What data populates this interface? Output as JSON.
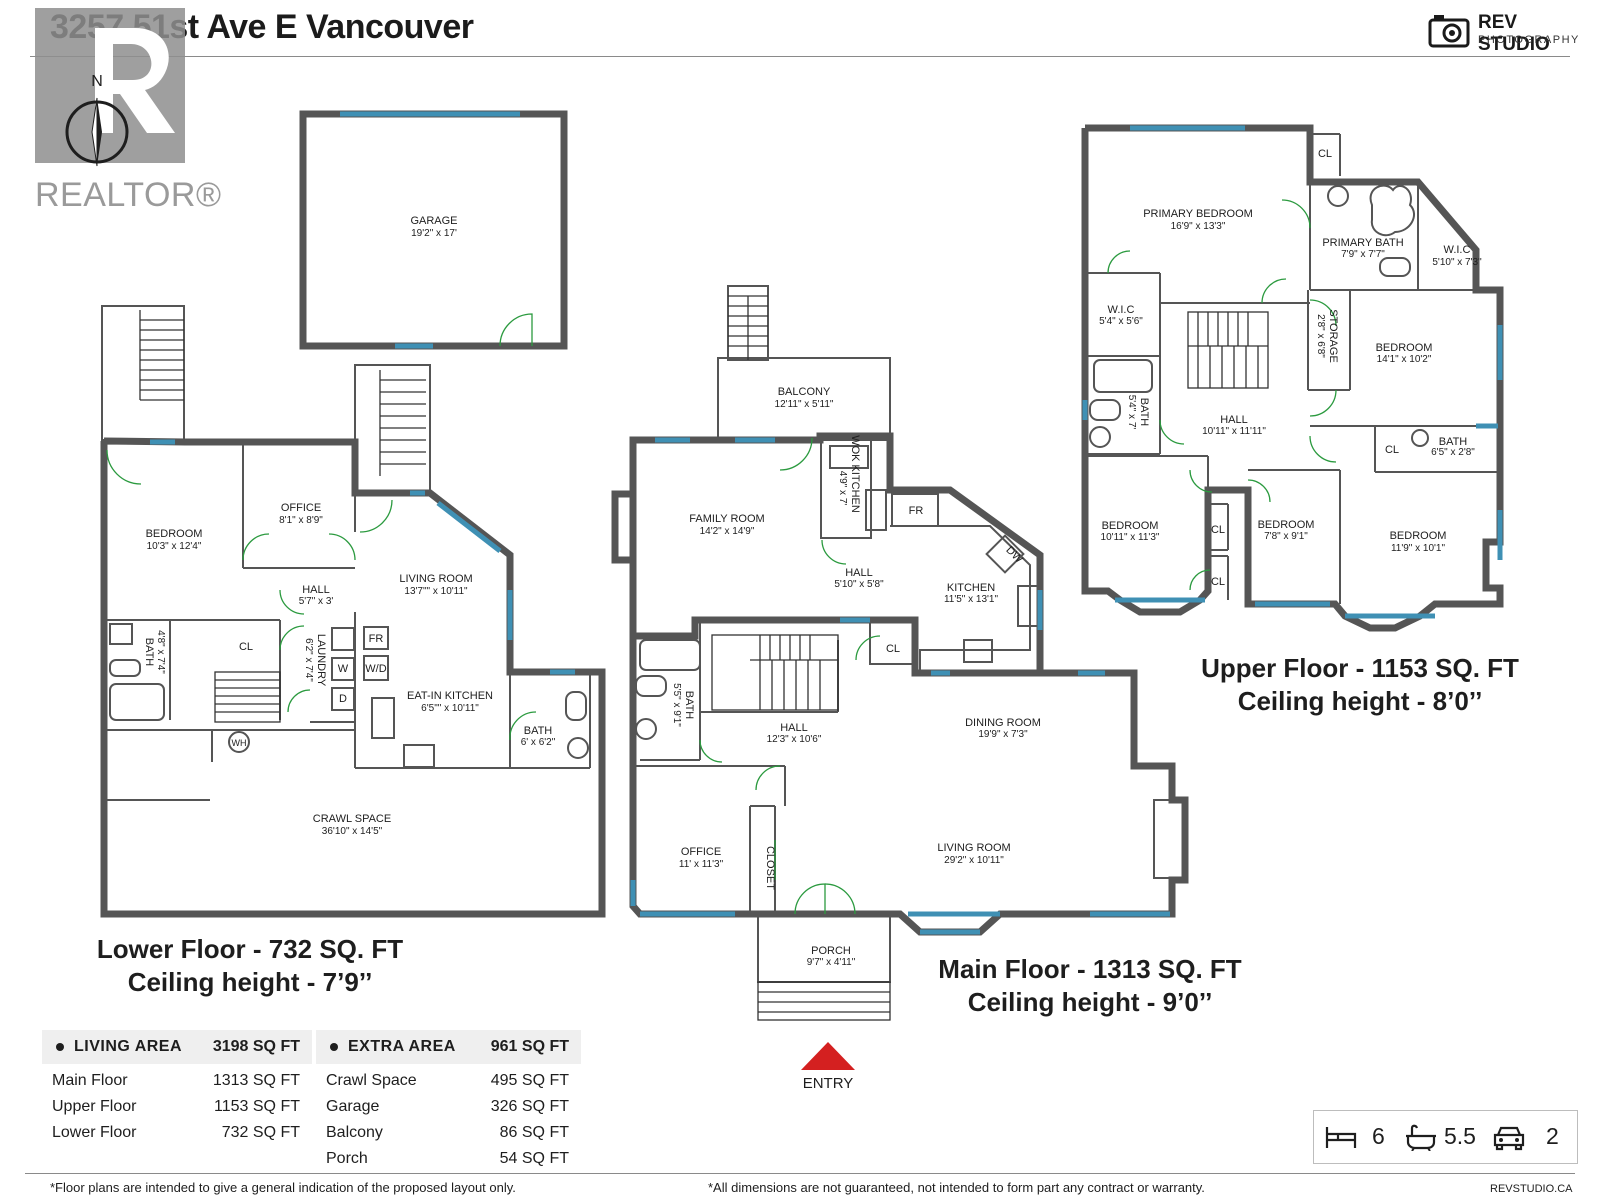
{
  "header": {
    "title": "3257 51st Ave E Vancouver",
    "brand_name": "REV STUDIO",
    "brand_sub": "PHOTOGRAPHY",
    "realtor_word": "REALTOR®",
    "compass_label": "N"
  },
  "rooms": {
    "garage": {
      "name": "GARAGE",
      "dim": "19'2\" x 17'"
    },
    "lower_bedroom": {
      "name": "BEDROOM",
      "dim": "10'3\" x 12'4\""
    },
    "lower_office": {
      "name": "OFFICE",
      "dim": "8'1\" x 8'9\""
    },
    "lower_hall": {
      "name": "HALL",
      "dim": "5'7\" x 3'"
    },
    "lower_living": {
      "name": "LIVING ROOM",
      "dim": "13'7\"\" x 10'11\""
    },
    "lower_bath": {
      "name": "BATH",
      "dim": "4'8\" x 7'4\""
    },
    "lower_laundry": {
      "name": "LAUNDRY",
      "dim": "6'2\" x 7'4\""
    },
    "lower_cl": {
      "name": "CL"
    },
    "lower_kitchen": {
      "name": "EAT-IN KITCHEN",
      "dim": "6'5\"\" x 10'11\""
    },
    "lower_bath2": {
      "name": "BATH",
      "dim": "6' x 6'2\""
    },
    "crawl": {
      "name": "CRAWL SPACE",
      "dim": "36'10\" x 14'5\""
    },
    "fr1": {
      "name": "FR"
    },
    "w": {
      "name": "W"
    },
    "wd": {
      "name": "W/D"
    },
    "d": {
      "name": "D"
    },
    "wh": {
      "name": "WH"
    },
    "balcony": {
      "name": "BALCONY",
      "dim": "12'11\" x 5'11\""
    },
    "family": {
      "name": "FAMILY ROOM",
      "dim": "14'2\" x 14'9\""
    },
    "wok": {
      "name": "WOK KITCHEN",
      "dim": "4'9\" x 7'"
    },
    "main_hall": {
      "name": "HALL",
      "dim": "5'10\" x 5'8\""
    },
    "fr2": {
      "name": "FR"
    },
    "dw": {
      "name": "DW"
    },
    "main_kitchen": {
      "name": "KITCHEN",
      "dim": "11'5\" x 13'1\""
    },
    "main_cl": {
      "name": "CL"
    },
    "main_bath": {
      "name": "BATH",
      "dim": "5'5\" x 9'1\""
    },
    "main_hall2": {
      "name": "HALL",
      "dim": "12'3\" x 10'6\""
    },
    "dining": {
      "name": "DINING ROOM",
      "dim": "19'9\" x 7'3\""
    },
    "main_office": {
      "name": "OFFICE",
      "dim": "11' x 11'3\""
    },
    "closet": {
      "name": "CLOSET"
    },
    "main_living": {
      "name": "LIVING ROOM",
      "dim": "29'2\" x 10'11\""
    },
    "porch": {
      "name": "PORCH",
      "dim": "9'7\" x 4'11\""
    },
    "entry": {
      "name": "ENTRY"
    },
    "primary_bed": {
      "name": "PRIMARY BEDROOM",
      "dim": "16'9\" x 13'3\""
    },
    "upper_cl1": {
      "name": "CL"
    },
    "primary_bath": {
      "name": "PRIMARY BATH",
      "dim": "7'9\" x 7'7\""
    },
    "wic2": {
      "name": "W.I.C",
      "dim": "5'10\" x 7'3\""
    },
    "wic1": {
      "name": "W.I.C",
      "dim": "5'4\" x 5'6\""
    },
    "storage": {
      "name": "STORAGE",
      "dim": "2'8\" x 6'8\""
    },
    "bed_a": {
      "name": "BEDROOM",
      "dim": "14'1\" x 10'2\""
    },
    "upper_bath": {
      "name": "BATH",
      "dim": "5'4\" x 7'"
    },
    "upper_hall": {
      "name": "HALL",
      "dim": "10'11\" x 11'11\""
    },
    "upper_cl2": {
      "name": "CL"
    },
    "upper_bath2": {
      "name": "BATH",
      "dim": "6'5\" x 2'8\""
    },
    "bed_b": {
      "name": "BEDROOM",
      "dim": "10'11\" x 11'3\""
    },
    "upper_cl3": {
      "name": "CL"
    },
    "upper_cl4": {
      "name": "CL"
    },
    "bed_c": {
      "name": "BEDROOM",
      "dim": "7'8\" x 9'1\""
    },
    "bed_d": {
      "name": "BEDROOM",
      "dim": "11'9\" x 10'1\""
    }
  },
  "captions": {
    "lower": {
      "line1": "Lower Floor - 732 SQ. FT",
      "line2": "Ceiling height - 7’9’’"
    },
    "main": {
      "line1": "Main Floor - 1313 SQ. FT",
      "line2": "Ceiling height - 9’0’’"
    },
    "upper": {
      "line1": "Upper Floor - 1153 SQ. FT",
      "line2": "Ceiling height - 8’0’’"
    }
  },
  "living_area": {
    "label": "LIVING AREA",
    "total": "3198 SQ FT",
    "rows": [
      {
        "label": "Main Floor",
        "value": "1313 SQ FT"
      },
      {
        "label": "Upper Floor",
        "value": "1153 SQ FT"
      },
      {
        "label": "Lower Floor",
        "value": "732 SQ FT"
      }
    ]
  },
  "extra_area": {
    "label": "EXTRA AREA",
    "total": "961 SQ FT",
    "rows": [
      {
        "label": "Crawl Space",
        "value": "495 SQ FT"
      },
      {
        "label": "Garage",
        "value": "326 SQ FT"
      },
      {
        "label": "Balcony",
        "value": "86 SQ FT"
      },
      {
        "label": "Porch",
        "value": "54 SQ FT"
      }
    ]
  },
  "stats": {
    "bedrooms": "6",
    "bathrooms": "5.5",
    "parking": "2"
  },
  "footer": {
    "left": "*Floor plans are intended to give a general indication of the proposed layout only.",
    "center": "*All dimensions are not guaranteed, not intended to form part any contract or warranty.",
    "right": "REVSTUDIO.CA"
  },
  "colors": {
    "wall": "#555555",
    "window": "#3f90b4",
    "door": "#2b9a3f",
    "entry_arrow": "#d42020"
  }
}
